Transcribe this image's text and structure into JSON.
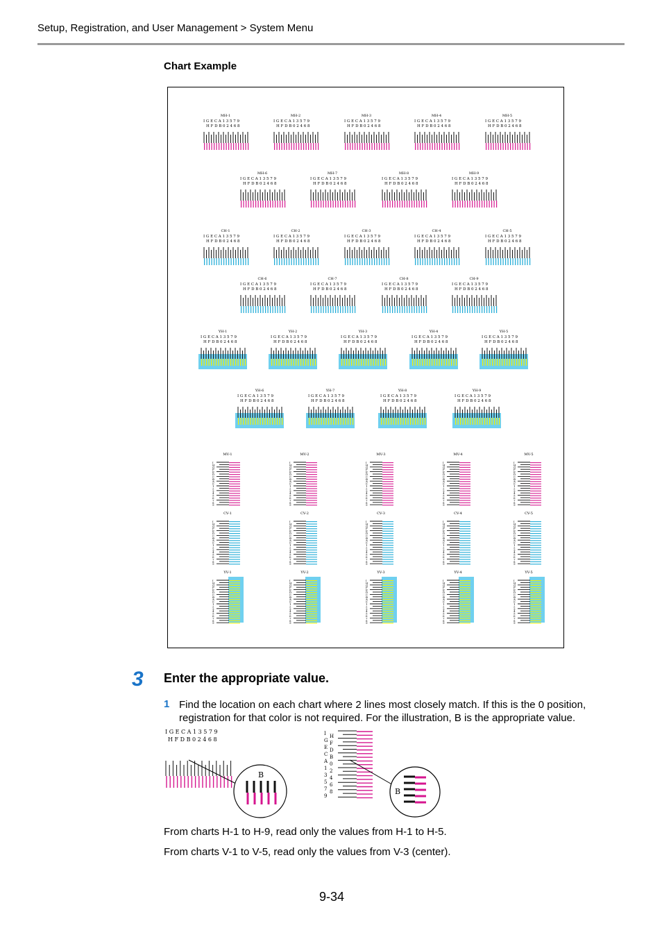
{
  "header": {
    "breadcrumb": "Setup, Registration, and User Management > System Menu"
  },
  "chart_example": {
    "heading": "Chart Example",
    "colors": {
      "magenta": "#d6168f",
      "cyan": "#1aa9d6",
      "yellow": "#f2f200",
      "black": "#111111",
      "yellow_bg": "#6fd0ef"
    },
    "h_top_labels": "I G E C A 1 3 5 7 9",
    "h_bottom_labels": "H F D B 0 2 4 6 8",
    "v_labels": [
      "I",
      "H",
      "G",
      "F",
      "E",
      "D",
      "C",
      "B",
      "A",
      "0",
      "1",
      "2",
      "3",
      "4",
      "5",
      "6",
      "7",
      "8",
      "9"
    ],
    "mh_charts": [
      "MH-1",
      "MH-2",
      "MH-3",
      "MH-4",
      "MH-5",
      "MH-6",
      "MH-7",
      "MH-8",
      "MH-9"
    ],
    "ch_charts": [
      "CH-1",
      "CH-2",
      "CH-3",
      "CH-4",
      "CH-5",
      "CH-6",
      "CH-7",
      "CH-8",
      "CH-9"
    ],
    "yh_charts": [
      "YH-1",
      "YH-2",
      "YH-3",
      "YH-4",
      "YH-5",
      "YH-6",
      "YH-7",
      "YH-8",
      "YH-9"
    ],
    "mv_charts": [
      "MV-1",
      "MV-2",
      "MV-3",
      "MV-4",
      "MV-5"
    ],
    "cv_charts": [
      "CV-1",
      "CV-2",
      "CV-3",
      "CV-4",
      "CV-5"
    ],
    "yv_charts": [
      "YV-1",
      "YV-2",
      "YV-3",
      "YV-4",
      "YV-5"
    ]
  },
  "step": {
    "number": "3",
    "title": "Enter the appropriate value.",
    "substep_number": "1",
    "substep_text": "Find the location on each chart where 2 lines most closely match. If this is the 0 position, registration for that color is not required. For the illustration, B is the appropriate value.",
    "illustration": {
      "h_top_labels": "I G E C A 1 3 5 7 9",
      "h_bottom_labels": "H F D B 0 2 4 6 8",
      "v_left_labels": [
        "I",
        "G",
        "E",
        "C",
        "A",
        "1",
        "3",
        "5",
        "7",
        "9"
      ],
      "v_right_labels": [
        "H",
        "F",
        "D",
        "B",
        "0",
        "2",
        "4",
        "6",
        "8"
      ],
      "zoom_label": "B"
    },
    "note_h": "From charts H-1 to H-9, read only the values from H-1 to H-5.",
    "note_v": "From charts V-1 to V-5, read only the values from V-3 (center)."
  },
  "footer": {
    "page_number": "9-34"
  }
}
